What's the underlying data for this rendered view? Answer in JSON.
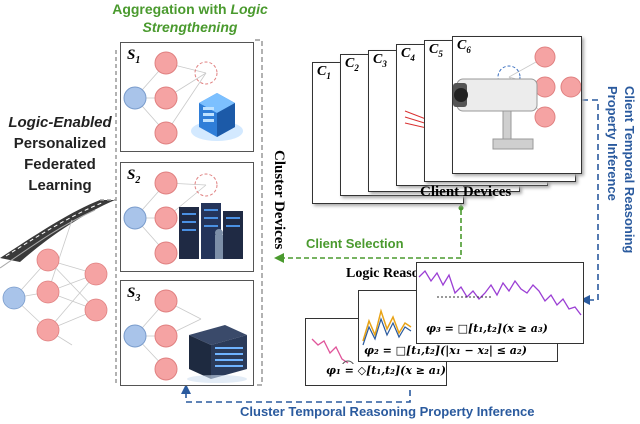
{
  "aggregation_title": {
    "prefix": "Aggregation with ",
    "emph": "Logic",
    "suffix": "Strengthening"
  },
  "left_title": {
    "emph": "Logic-Enabled",
    "line2": "Personalized",
    "line3": "Federated",
    "line4": "Learning"
  },
  "servers": [
    {
      "letter": "S",
      "sub": "1"
    },
    {
      "letter": "S",
      "sub": "2"
    },
    {
      "letter": "S",
      "sub": "3"
    }
  ],
  "cluster_devices": "Cluster Devices",
  "client_devices": "Client Devices",
  "client_selection": "Client Selection",
  "logic_property_title": "Logic Reasoning Property",
  "clients": [
    {
      "letter": "C",
      "sub": "1"
    },
    {
      "letter": "C",
      "sub": "2"
    },
    {
      "letter": "C",
      "sub": "3"
    },
    {
      "letter": "C",
      "sub": "4"
    },
    {
      "letter": "C",
      "sub": "5"
    },
    {
      "letter": "C",
      "sub": "6"
    }
  ],
  "client_inference": {
    "line1": "Client Temporal Reasoning",
    "line2": "Property Inference"
  },
  "cluster_inference": "Cluster Temporal Reasoning Property Inference",
  "formulas": {
    "phi3": "φ₃ = □[t₁,t₂](x ≥ a₃)",
    "phi2": "φ₂ = □[t₁,t₂](|x₁ − x₂| ≤ a₂)",
    "phi1": "φ₁ = ◇[t₁,t₂](x ≥ a₁)"
  },
  "colors": {
    "green": "#4a9a2e",
    "blue": "#2a5a9e",
    "node_red": "#f5a3a3",
    "node_blue": "#a9c4ea",
    "purple": "#9b3fd4",
    "orange": "#e8a317",
    "pink": "#e0559a"
  }
}
